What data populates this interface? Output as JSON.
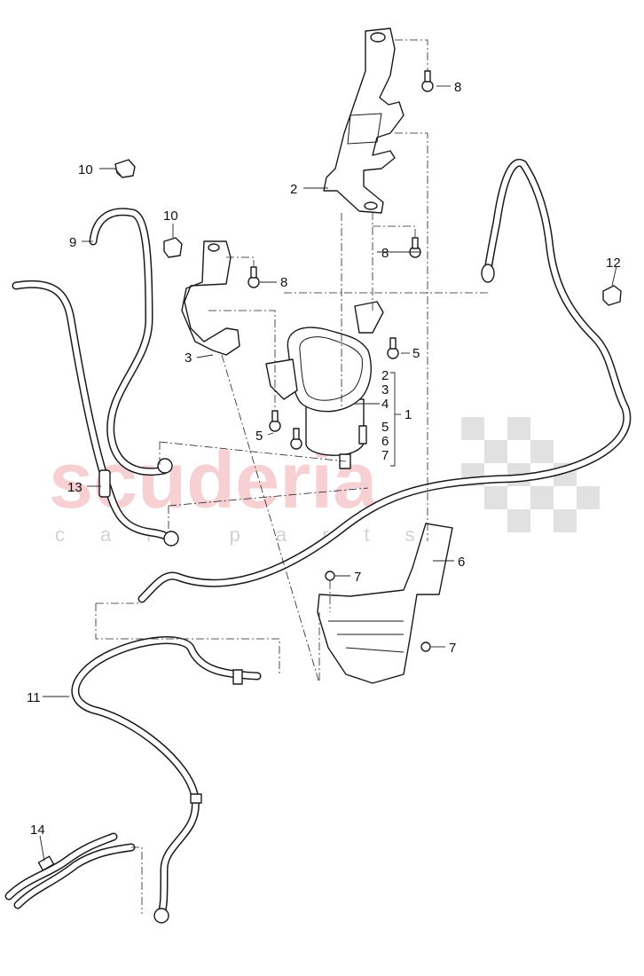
{
  "watermark": {
    "brand": "scuderia",
    "tagline": "car parts",
    "brand_color": "#f2b8bd",
    "flag_color": "#c9c9c9"
  },
  "callouts": [
    {
      "id": "c1",
      "label": "1"
    },
    {
      "id": "c2a",
      "label": "2"
    },
    {
      "id": "c2b",
      "label": "2"
    },
    {
      "id": "c3a",
      "label": "3"
    },
    {
      "id": "c3b",
      "label": "3"
    },
    {
      "id": "c4",
      "label": "4"
    },
    {
      "id": "c5a",
      "label": "5"
    },
    {
      "id": "c5b",
      "label": "5"
    },
    {
      "id": "c5c",
      "label": "5"
    },
    {
      "id": "c6a",
      "label": "6"
    },
    {
      "id": "c6b",
      "label": "6"
    },
    {
      "id": "c7a",
      "label": "7"
    },
    {
      "id": "c7b",
      "label": "7"
    },
    {
      "id": "c7c",
      "label": "7"
    },
    {
      "id": "c8a",
      "label": "8"
    },
    {
      "id": "c8b",
      "label": "8"
    },
    {
      "id": "c8c",
      "label": "8"
    },
    {
      "id": "c9",
      "label": "9"
    },
    {
      "id": "c10a",
      "label": "10"
    },
    {
      "id": "c10b",
      "label": "10"
    },
    {
      "id": "c11",
      "label": "11"
    },
    {
      "id": "c12",
      "label": "12"
    },
    {
      "id": "c13",
      "label": "13"
    },
    {
      "id": "c14",
      "label": "14"
    }
  ]
}
